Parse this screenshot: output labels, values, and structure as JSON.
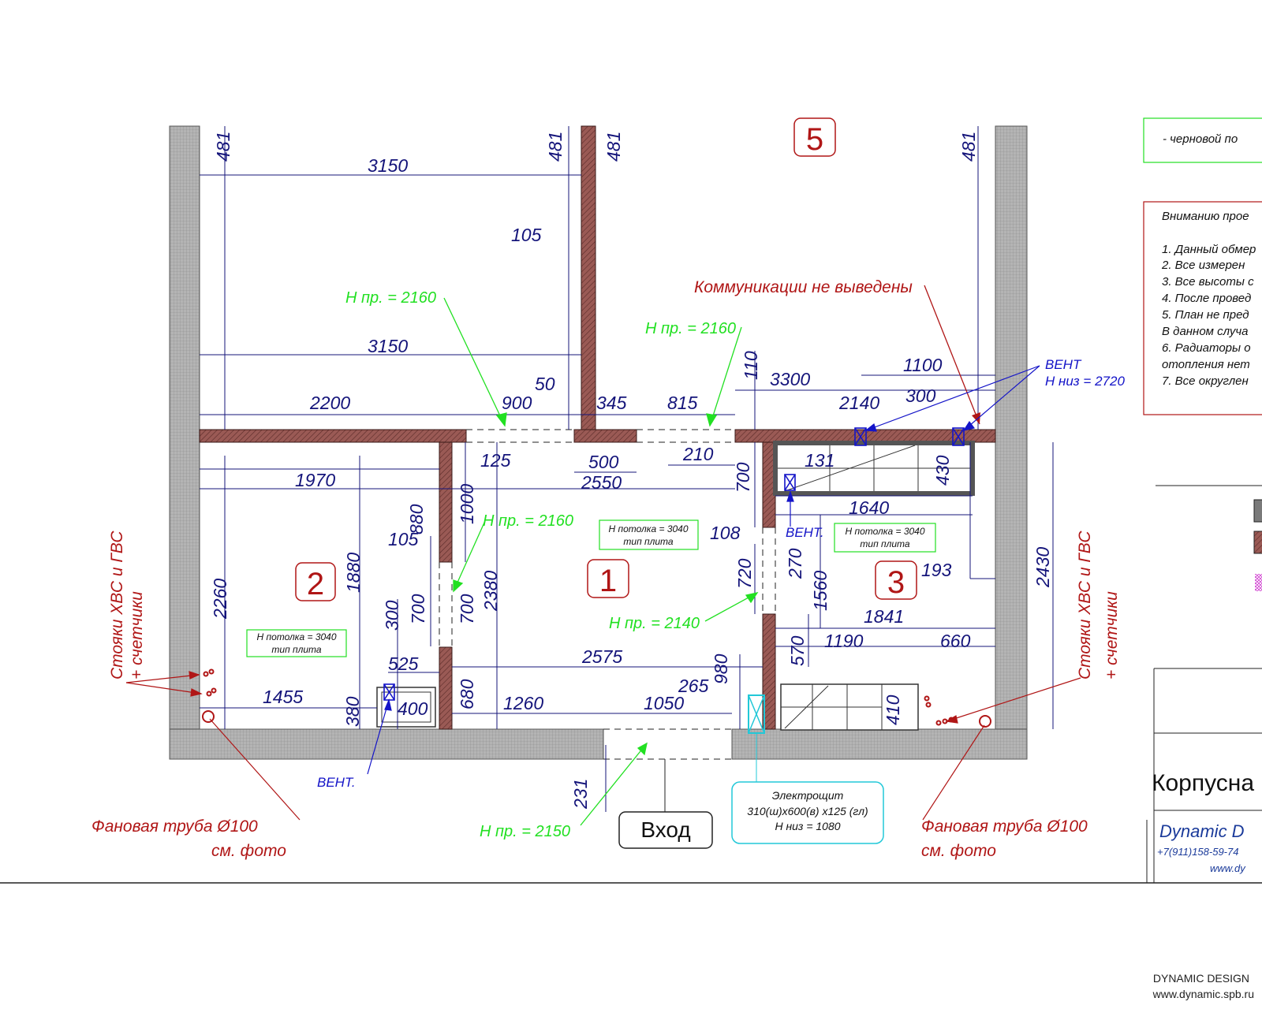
{
  "colors": {
    "wall_outer": "#a8a8a8",
    "wall_inner": "#8b4a46",
    "dimension": "#14147a",
    "note_green": "#22e022",
    "note_red": "#b01616",
    "vent_blue": "#1414c8",
    "panel_cyan": "#22c8d8"
  },
  "rooms": [
    {
      "number": "5"
    },
    {
      "number": "2"
    },
    {
      "number": "1"
    },
    {
      "number": "3"
    }
  ],
  "dimensions": [
    "481",
    "481",
    "481",
    "481",
    "3150",
    "105",
    "3150",
    "50",
    "2200",
    "900",
    "345",
    "815",
    "3300",
    "2140",
    "1100",
    "300",
    "110",
    "125",
    "500",
    "2550",
    "210",
    "131",
    "430",
    "1970",
    "880",
    "1000",
    "105",
    "2380",
    "700",
    "700",
    "300",
    "700",
    "720",
    "108",
    "270",
    "1640",
    "193",
    "1560",
    "1841",
    "2430",
    "2260",
    "1880",
    "525",
    "2575",
    "570",
    "1190",
    "660",
    "265",
    "980",
    "1455",
    "380",
    "400",
    "680",
    "1260",
    "1050",
    "410",
    "231"
  ],
  "notes_green": {
    "h1": "Н пр. = 2160",
    "h2": "Н пр. = 2160",
    "h3": "Н пр. = 2160",
    "h4": "Н пр. = 2140",
    "h5": "Н пр. = 2150"
  },
  "ceiling_boxes": {
    "line1": "Н потолка  = 3040",
    "line2": "тип плита"
  },
  "comms_note": "Коммуникации  не выведены",
  "vent": {
    "label": "ВЕНТ",
    "height": "Н низ = 2720",
    "short": "ВЕНТ."
  },
  "risers": {
    "line1": "Стояки ХВС  и ГВС",
    "line2": "+ счетчики"
  },
  "fan_pipe": {
    "line1": "Фановая труба  Ø100",
    "line2": "см. фото"
  },
  "entry": "Вход",
  "panel": {
    "line1": "Электрощит",
    "line2": "310(ш)х600(в) х125 (гл)",
    "line3": "Н низ = 1080"
  },
  "legend_top": "- черновой по",
  "notice": {
    "heading": "Вниманию прое",
    "items": [
      "1. Данный обмер",
      "2. Все измерен",
      "3. Все высоты с",
      "4. После провед",
      "5. План не пред",
      "В данном случа",
      "6. Радиаторы о",
      "отопления нет",
      "7. Все округлен"
    ]
  },
  "title_block": {
    "title": "Корпусна",
    "firm": "Dynamic D",
    "phone": "+7(911)158-59-74",
    "web": "www.dy"
  },
  "footer": {
    "line1": "DYNAMIC DESIGN",
    "line2": "www.dynamic.spb.ru"
  }
}
